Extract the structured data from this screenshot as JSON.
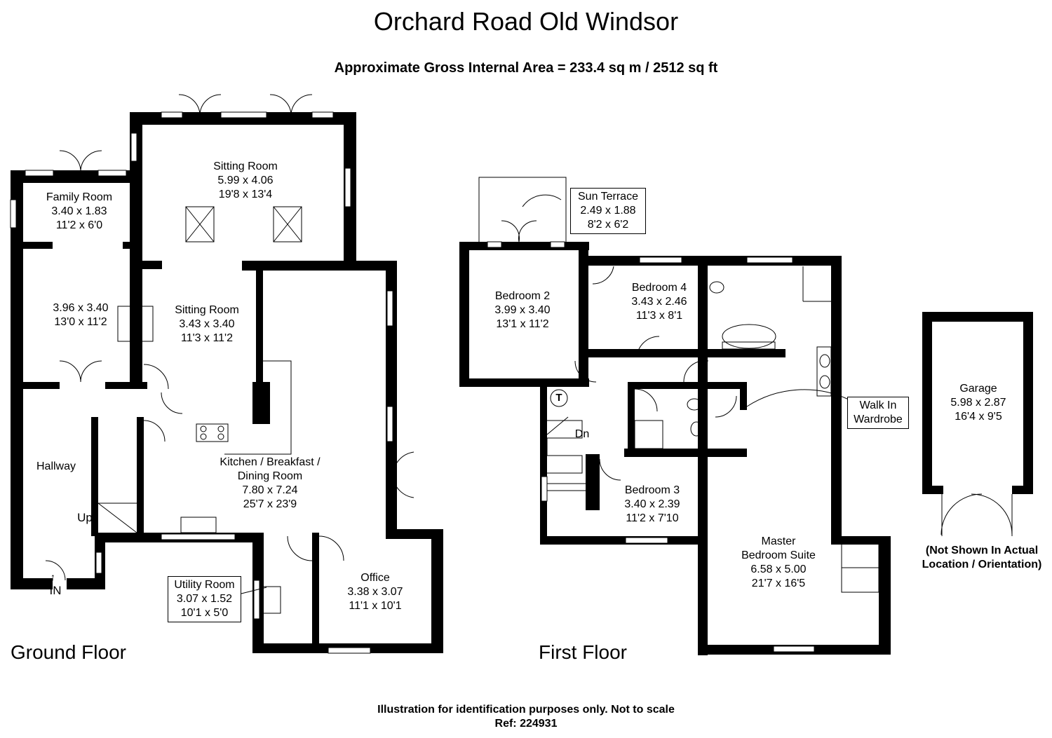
{
  "title": "Orchard Road Old Windsor",
  "subtitle": "Approximate Gross Internal Area = 233.4 sq m / 2512 sq ft",
  "floors": {
    "ground": "Ground Floor",
    "first": "First Floor"
  },
  "rooms": {
    "family_room": {
      "name": "Family Room",
      "metric": "3.40 x 1.83",
      "imperial": "11'2 x 6'0"
    },
    "sitting_room_1": {
      "name": "Sitting Room",
      "metric": "5.99 x 4.06",
      "imperial": "19'8 x 13'4"
    },
    "unnamed_room": {
      "metric": "3.96 x 3.40",
      "imperial": "13'0 x 11'2"
    },
    "sitting_room_2": {
      "name": "Sitting Room",
      "metric": "3.43 x 3.40",
      "imperial": "11'3 x 11'2"
    },
    "hallway": {
      "name": "Hallway"
    },
    "kitchen": {
      "name_line1": "Kitchen / Breakfast /",
      "name_line2": "Dining Room",
      "metric": "7.80 x 7.24",
      "imperial": "25'7 x 23'9"
    },
    "utility_room": {
      "name": "Utility Room",
      "metric": "3.07 x 1.52",
      "imperial": "10'1 x 5'0"
    },
    "office": {
      "name": "Office",
      "metric": "3.38 x 3.07",
      "imperial": "11'1 x 10'1"
    },
    "sun_terrace": {
      "name": "Sun Terrace",
      "metric": "2.49 x 1.88",
      "imperial": "8'2 x 6'2"
    },
    "bedroom_2": {
      "name": "Bedroom 2",
      "metric": "3.99 x 3.40",
      "imperial": "13'1 x 11'2"
    },
    "bedroom_4": {
      "name": "Bedroom 4",
      "metric": "3.43 x 2.46",
      "imperial": "11'3 x 8'1"
    },
    "bedroom_3": {
      "name": "Bedroom 3",
      "metric": "3.40 x 2.39",
      "imperial": "11'2 x 7'10"
    },
    "master": {
      "name_line1": "Master",
      "name_line2": "Bedroom Suite",
      "metric": "6.58 x 5.00",
      "imperial": "21'7 x 16'5"
    },
    "walk_in": {
      "line1": "Walk In",
      "line2": "Wardrobe"
    },
    "garage": {
      "name": "Garage",
      "metric": "5.98 x 2.87",
      "imperial": "16'4 x 9'5",
      "note_line1": "(Not Shown In Actual",
      "note_line2": "Location / Orientation)"
    }
  },
  "markers": {
    "up": "Up",
    "down": "Dn",
    "entrance": "IN",
    "tank": "T"
  },
  "footer": {
    "disclaimer": "Illustration for identification purposes only. Not to scale",
    "ref": "Ref: 224931"
  }
}
